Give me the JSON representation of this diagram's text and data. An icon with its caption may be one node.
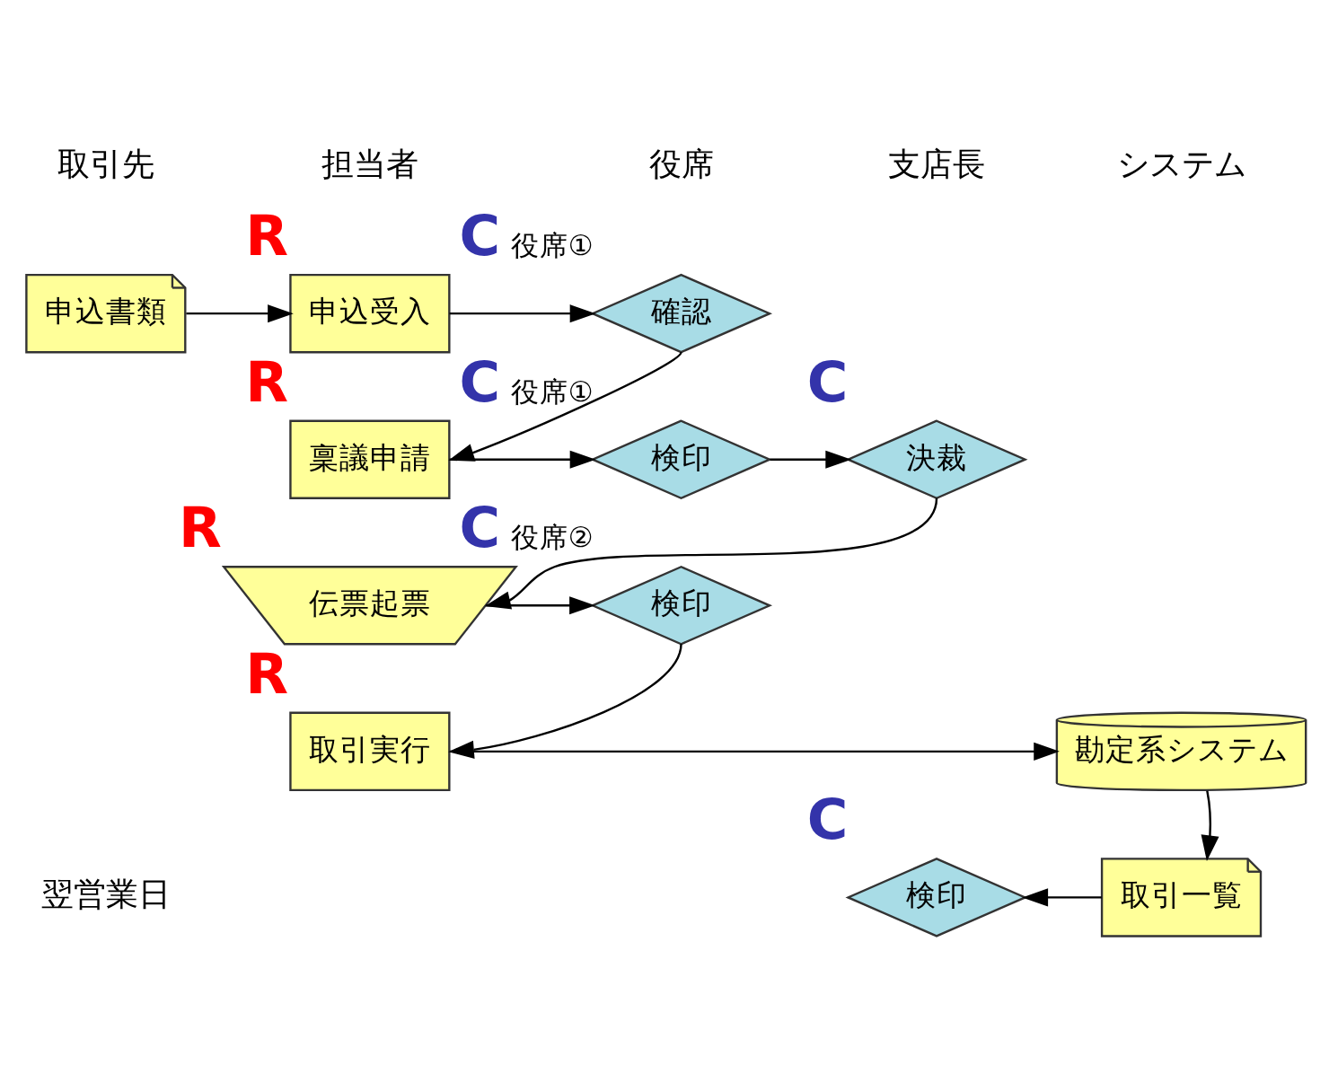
{
  "diagram": {
    "nodes": [
      {
        "text": [
          "申込書類"
        ]
      },
      {
        "text": [
          "申込受入"
        ],
        "beside": [
          "R"
        ]
      },
      {
        "text": [
          "確認"
        ],
        "beside": [
          "C",
          "役席①"
        ]
      },
      {
        "text": [
          "稟議申請"
        ],
        "beside": [
          "R"
        ]
      },
      {
        "text": [
          "検印"
        ],
        "beside": [
          "C",
          "役席①"
        ]
      },
      {
        "text": [
          "決裁"
        ],
        "beside": [
          "C"
        ]
      },
      {
        "text": [
          "伝票起票"
        ],
        "beside": [
          "R"
        ]
      },
      {
        "text": [
          "検印"
        ],
        "beside": [
          "C",
          "役席②"
        ]
      },
      {
        "text": [
          "取引実行"
        ],
        "beside": [
          "R"
        ]
      },
      {
        "text": [
          "勘定系システム"
        ]
      },
      {
        "text": [
          "取引一覧"
        ]
      },
      {
        "text": [
          "検印"
        ],
        "beside": [
          "C"
        ]
      }
    ],
    "edges": [
      {
        "from": 0,
        "to": 1,
        "arrow": "to"
      },
      {
        "from": 1,
        "to": 2,
        "arrow": "to"
      },
      {
        "from": 2,
        "to": 3,
        "arrow": "to"
      },
      {
        "from": 3,
        "to": 4,
        "arrow": "to"
      },
      {
        "from": 4,
        "to": 5,
        "arrow": "to"
      },
      {
        "from": 5,
        "to": 6,
        "arrow": "to"
      },
      {
        "from": 6,
        "to": 7,
        "arrow": "to"
      },
      {
        "from": 7,
        "to": 8,
        "arrow": "to"
      },
      {
        "from": 8,
        "to": 9,
        "arrow": "to"
      },
      {
        "from": 9,
        "to": 10,
        "arrow": "to"
      },
      {
        "from": 10,
        "to": 11,
        "arrow": "to"
      }
    ],
    "labels": [
      "取引先",
      "担当者",
      "役席",
      "支店長",
      "システム",
      "翌営業日"
    ]
  }
}
